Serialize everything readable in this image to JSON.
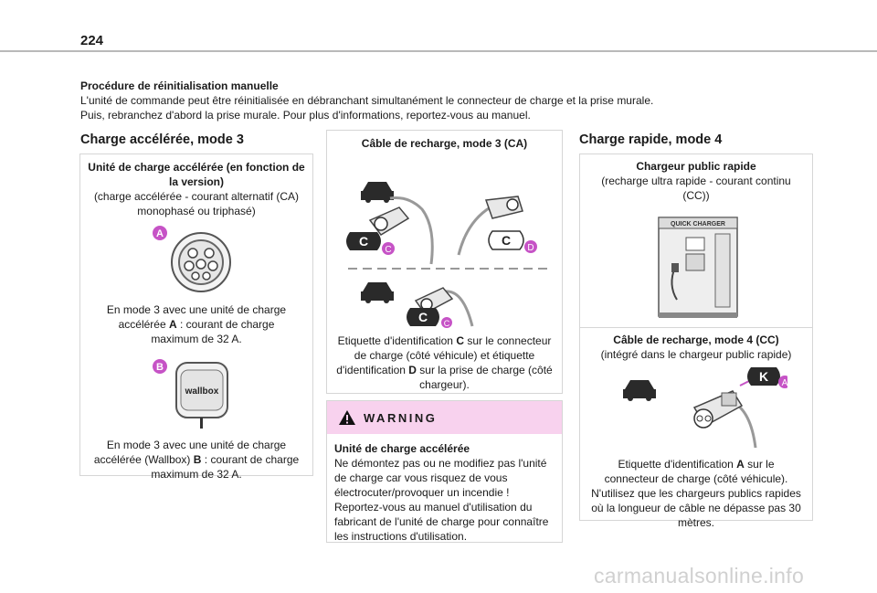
{
  "page": {
    "number": "224"
  },
  "intro": {
    "title": "Procédure de réinitialisation manuelle",
    "line1": "L'unité de commande peut être réinitialisée en débranchant simultanément le connecteur de charge et la prise murale.",
    "line2": "Puis, rebranchez d'abord la prise murale. Pour plus d'informations, reportez-vous au manuel."
  },
  "left": {
    "heading": "Charge accélérée, mode 3",
    "unit_title": "Unité de charge accélérée (en fonction de la version)",
    "unit_subtitle": "(charge accélérée - courant alternatif (CA) monophasé ou triphasé)",
    "caption_a_pre": "En mode 3 avec une unité de charge accélérée ",
    "caption_a_letter": "A",
    "caption_a_post": " : courant de charge maximum de 32 A.",
    "caption_b_pre": "En mode 3 avec une unité de charge accélérée (Wallbox) ",
    "caption_b_letter": "B",
    "caption_b_post": " : courant de charge maximum de 32 A.",
    "label_a": "A",
    "label_b": "B",
    "wallbox_text": "wallbox"
  },
  "middle": {
    "cable_title": "Câble de recharge, mode 3 (CA)",
    "caption_pre": "Etiquette d'identification ",
    "caption_c": "C",
    "caption_mid": " sur le connecteur de charge (côté véhicule) et étiquette d'identification ",
    "caption_d": "D",
    "caption_post": " sur la prise de charge (côté chargeur).",
    "tag_c": "C",
    "tag_d": "D",
    "warning": {
      "label": "WARNING",
      "title": "Unité de charge accélérée",
      "text": "Ne démontez pas ou ne modifiez pas l'unité de charge car vous risquez de vous électrocuter/provoquer un incendie ! Reportez-vous au manuel d'utilisation du fabricant de l'unité de charge pour connaître les instructions d'utilisation."
    }
  },
  "right": {
    "heading": "Charge rapide, mode 4",
    "charger_title": "Chargeur public rapide",
    "charger_subtitle": "(recharge ultra rapide - courant continu (CC))",
    "charger_sign": "QUICK CHARGER",
    "cable_title": "Câble de recharge, mode 4 (CC)",
    "cable_subtitle": "(intégré dans le chargeur public rapide)",
    "caption_pre": "Etiquette d'identification ",
    "caption_a": "A",
    "caption_post": " sur le connecteur de charge (côté véhicule).",
    "caption_note": "N'utilisez que les chargeurs publics rapides où la longueur de câble ne dépasse pas 30 mètres.",
    "tag_k": "K",
    "tag_a": "A"
  },
  "colors": {
    "accent": "#c653c6",
    "warning_bg": "#f8d2ee",
    "dark_tag": "#2a2a2a"
  },
  "watermark": "carmanualsonline.info"
}
